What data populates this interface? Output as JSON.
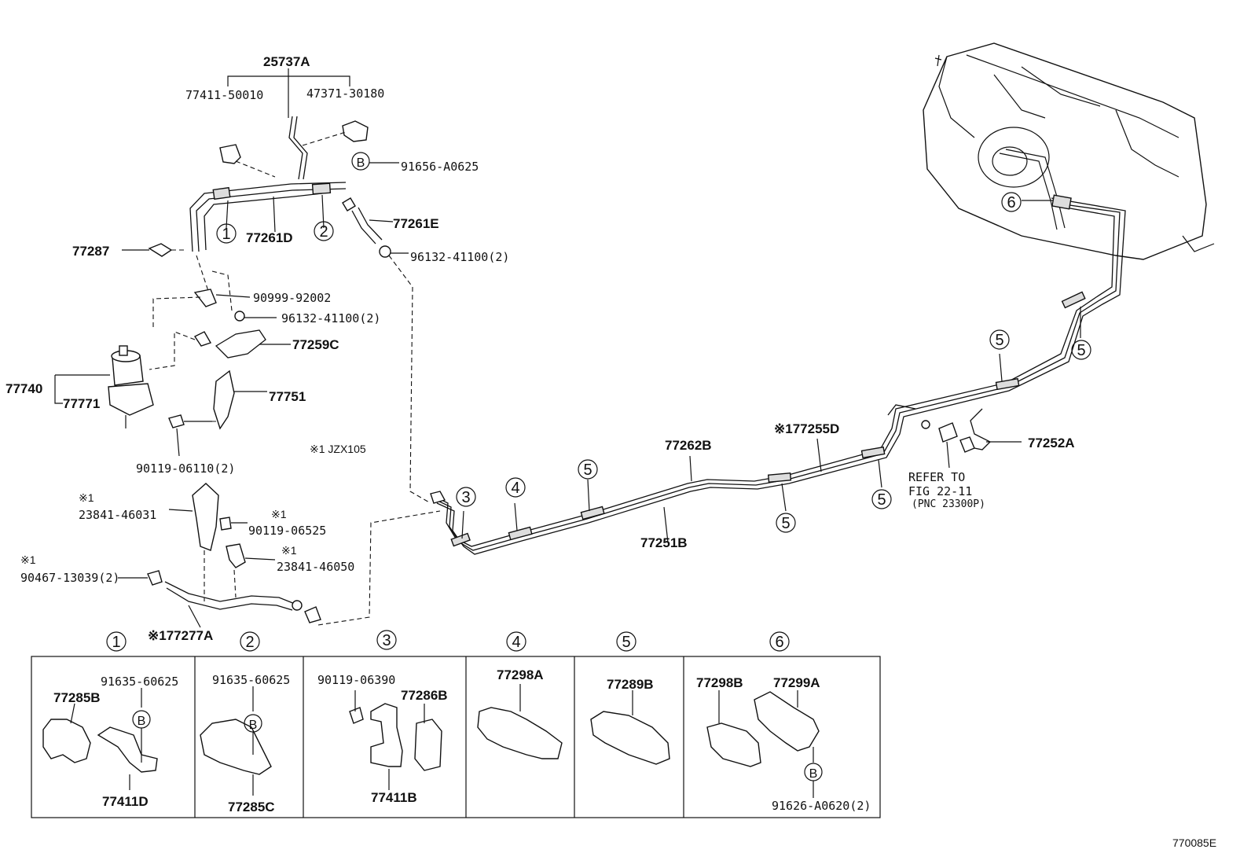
{
  "labels": {
    "p25737A": "25737A",
    "p77411_50010": "77411-50010",
    "p47371_30180": "47371-30180",
    "p91656_A0625": "91656-A0625",
    "p77287": "77287",
    "p77261D": "77261D",
    "p77261E": "77261E",
    "p96132_41100_a": "96132-41100(2)",
    "p90999_92002": "90999-92002",
    "p96132_41100_b": "96132-41100(2)",
    "p77259C": "77259C",
    "p77740": "77740",
    "p77771": "77771",
    "p77751": "77751",
    "p90119_06110": "90119-06110(2)",
    "note_jzx105": "※1 JZX105",
    "mark1": "※1",
    "p23841_46031": "23841-46031",
    "p90119_06525": "90119-06525",
    "p23841_46050": "23841-46050",
    "p90467_13039": "90467-13039(2)",
    "p77277A": "※177277A",
    "p77262B": "77262B",
    "p77255D": "※177255D",
    "p77251B": "77251B",
    "p77252A": "77252A",
    "refer1": "REFER TO",
    "refer2": "FIG 22-11",
    "refer3": "(PNC 23300P)",
    "circ1": "1",
    "circ2": "2",
    "circ3": "3",
    "circ4": "4",
    "circ5": "5",
    "circ6": "6",
    "circB": "B",
    "d1_91635": "91635-60625",
    "d1_77285B": "77285B",
    "d1_77411D": "77411D",
    "d2_91635": "91635-60625",
    "d2_77285C": "77285C",
    "d3_90119": "90119-06390",
    "d3_77286B": "77286B",
    "d3_77411B": "77411B",
    "d4_77298A": "77298A",
    "d5_77289B": "77289B",
    "d6_77298B": "77298B",
    "d6_77299A": "77299A",
    "d6_91626": "91626-A0620(2)",
    "figure_id": "770085E"
  }
}
